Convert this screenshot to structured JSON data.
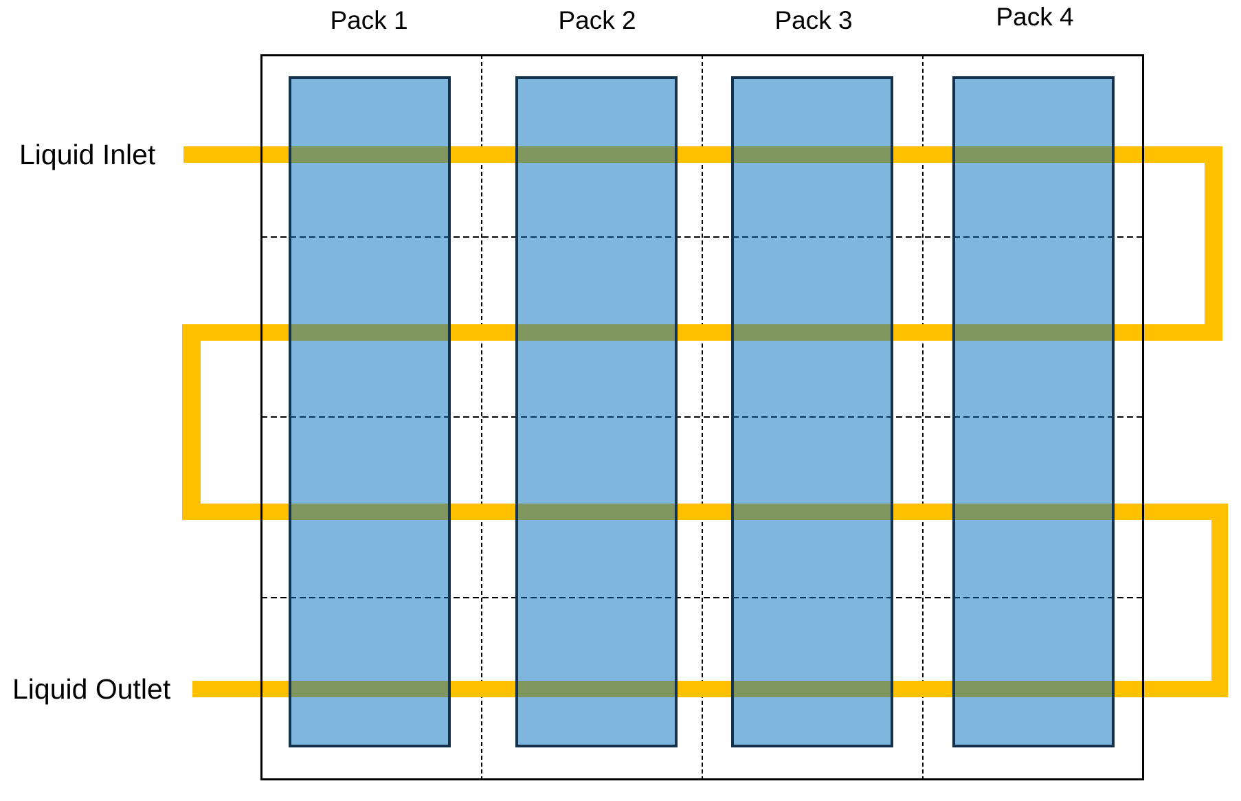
{
  "labels": {
    "liquid_inlet": "Liquid Inlet",
    "liquid_outlet": "Liquid Outlet"
  },
  "packs": [
    {
      "label": "Pack 1"
    },
    {
      "label": "Pack 2"
    },
    {
      "label": "Pack 3"
    },
    {
      "label": "Pack 4"
    }
  ],
  "colors": {
    "pipe": "#FFC000",
    "pack_fill": "rgba(0,110,190,0.5)",
    "pack_border": "#14324C",
    "enclosure_border": "#000000",
    "grid_line": "#000000",
    "text": "#000000",
    "background": "#FFFFFF"
  }
}
